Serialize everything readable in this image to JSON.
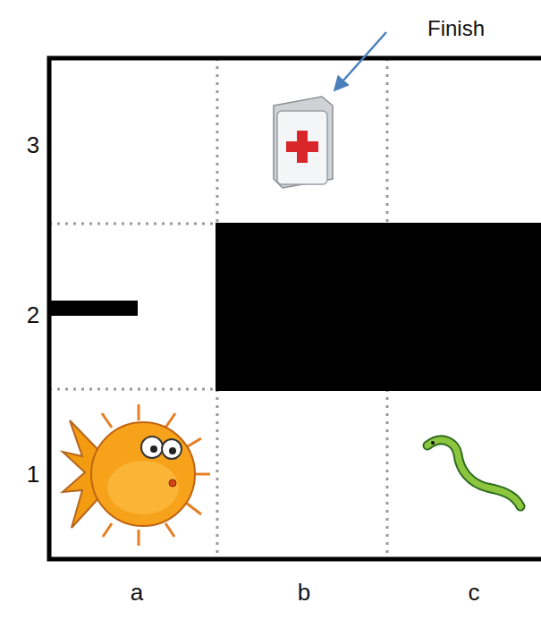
{
  "diagram": {
    "labels": [
      "Finish",
      "3",
      "2",
      "1",
      "a",
      "b",
      "c"
    ]
  }
}
